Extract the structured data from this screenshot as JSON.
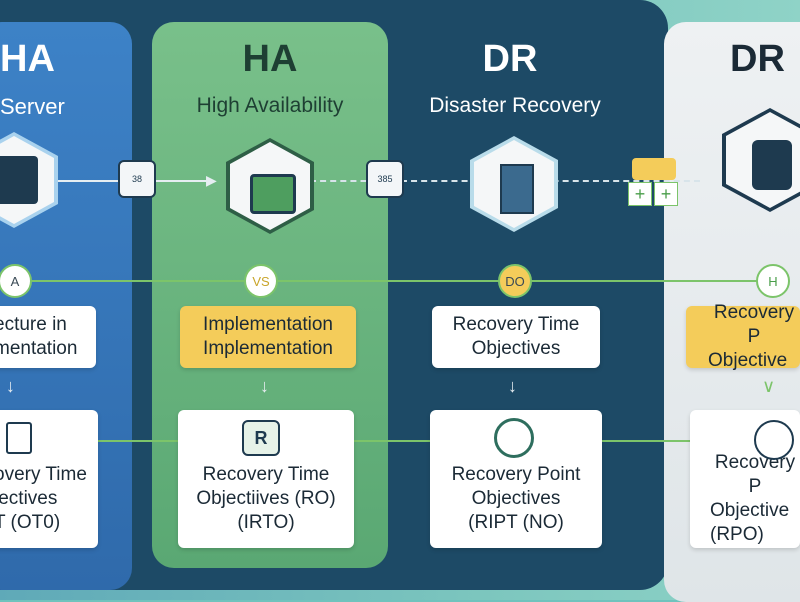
{
  "columns": [
    {
      "title": "HA",
      "subtitle": "Server",
      "circle": "A",
      "top_card": [
        "ecture in",
        "mentation"
      ],
      "bottom_card": [
        "overy Time",
        "jectives",
        "T (OT0)"
      ]
    },
    {
      "title": "HA",
      "subtitle": "High Availability",
      "circle": "VS",
      "top_card": [
        "Implementation",
        "Implementation"
      ],
      "bottom_card": [
        "Recovery Time",
        "Objectiives (RO)",
        "(IRTO)"
      ]
    },
    {
      "title": "DR",
      "subtitle": "Disaster Recovery",
      "circle": "DO",
      "top_card": [
        "Recovery Time",
        "Objectives"
      ],
      "bottom_card": [
        "Recovery Point",
        "Objectives",
        "(RIPT (NO)"
      ]
    },
    {
      "title": "DR",
      "subtitle": "",
      "circle": "H",
      "top_card": [
        "Recovery P",
        "Objective"
      ],
      "bottom_card": [
        "Recovery P",
        "Objective",
        "(RPO)"
      ]
    }
  ],
  "connector_labels": [
    "38",
    "385"
  ],
  "icons": [
    "server-stack-icon",
    "network-device-icon",
    "building-icon",
    "cloud-server-icon",
    "clock-icon",
    "team-icon"
  ],
  "colors": {
    "dark": "#1d4a66",
    "blue": "#3d82c7",
    "green": "#6ab57f",
    "yellow": "#f4cc5a",
    "light": "#e9edef"
  }
}
